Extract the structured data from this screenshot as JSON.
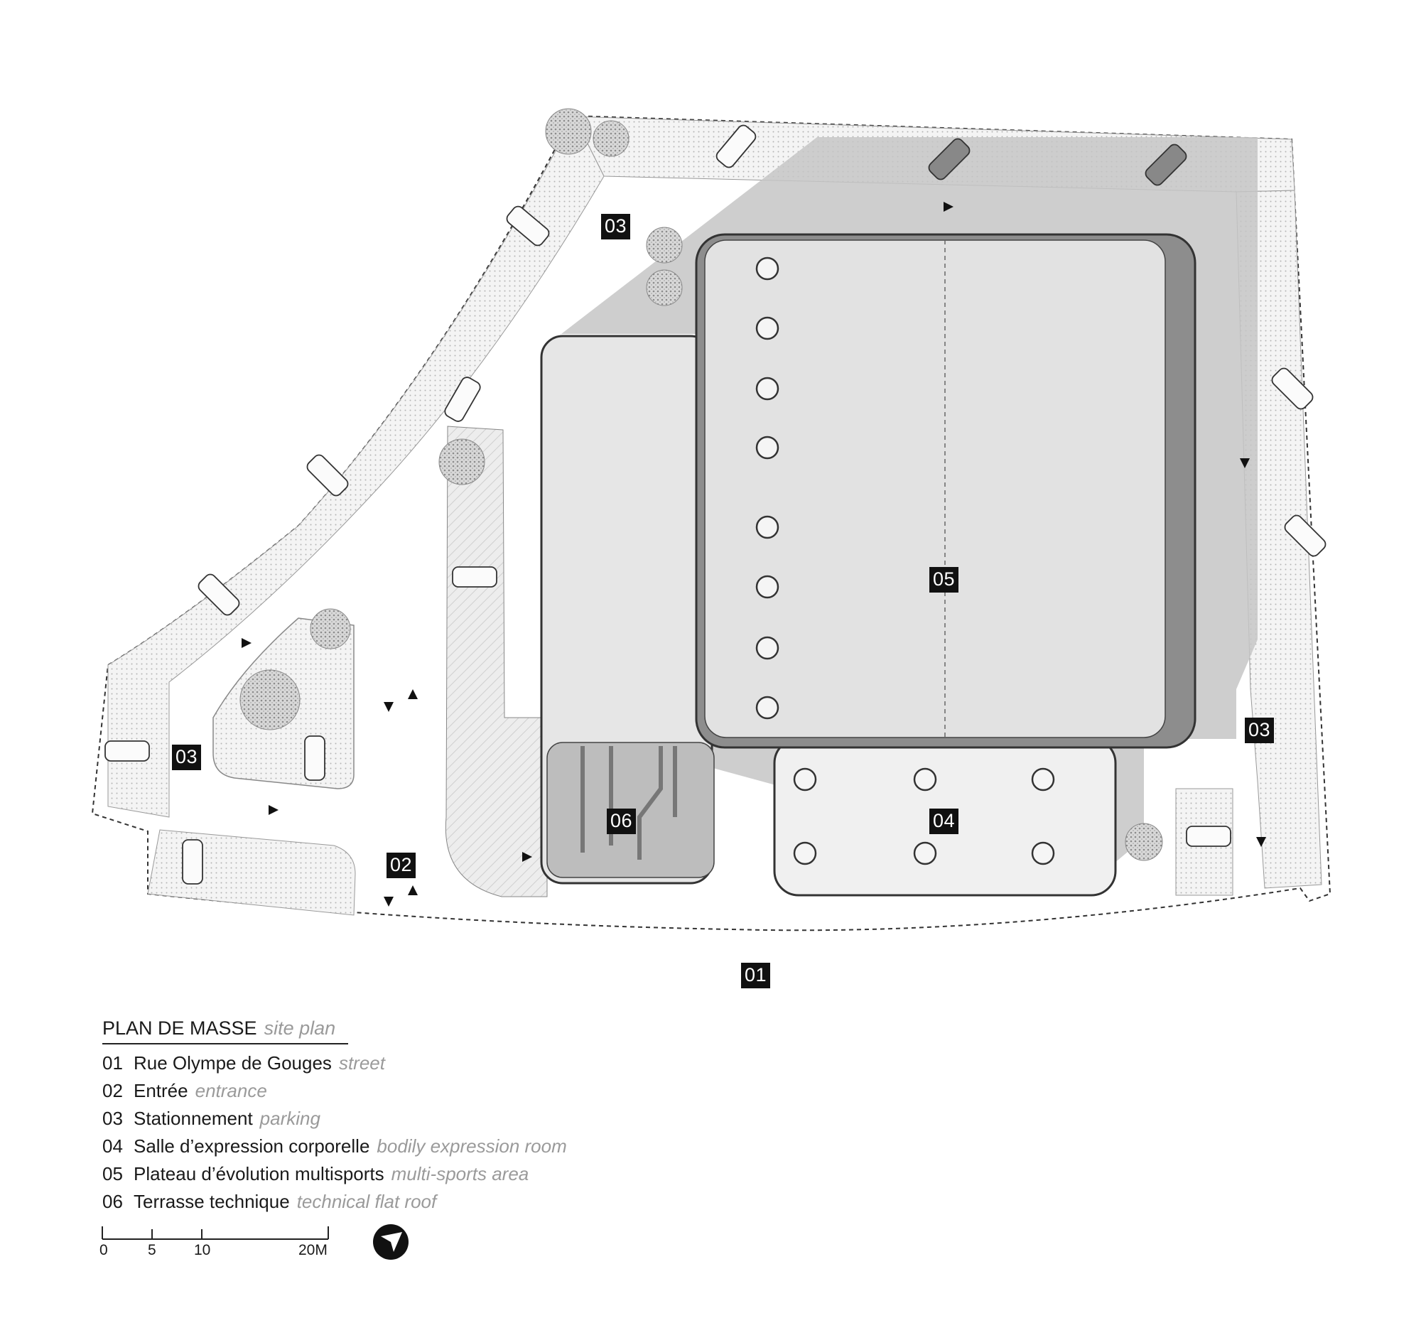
{
  "labels": {
    "street": "01",
    "entrance": "02",
    "parking_a": "03",
    "parking_b": "03",
    "parking_c": "03",
    "bodily_room": "04",
    "sports_area": "05",
    "tech_roof": "06"
  },
  "legend": {
    "title": "PLAN DE MASSE",
    "title_en": "site plan",
    "items": [
      {
        "num": "01",
        "fr": "Rue Olympe de Gouges",
        "en": "street"
      },
      {
        "num": "02",
        "fr": "Entrée",
        "en": "entrance"
      },
      {
        "num": "03",
        "fr": "Stationnement",
        "en": "parking"
      },
      {
        "num": "04",
        "fr": "Salle d’expression corporelle",
        "en": "bodily expression room"
      },
      {
        "num": "05",
        "fr": "Plateau d’évolution multisports",
        "en": "multi-sports area"
      },
      {
        "num": "06",
        "fr": "Terrasse technique",
        "en": "technical flat roof"
      }
    ]
  },
  "scale_bar": {
    "ticks": [
      "0",
      "5",
      "10",
      "20M"
    ]
  },
  "colors": {
    "shadow": "#c6c6c6",
    "roof": "#e2e2e2",
    "building_edge": "#3a3a3a",
    "label_bg": "#111111"
  }
}
